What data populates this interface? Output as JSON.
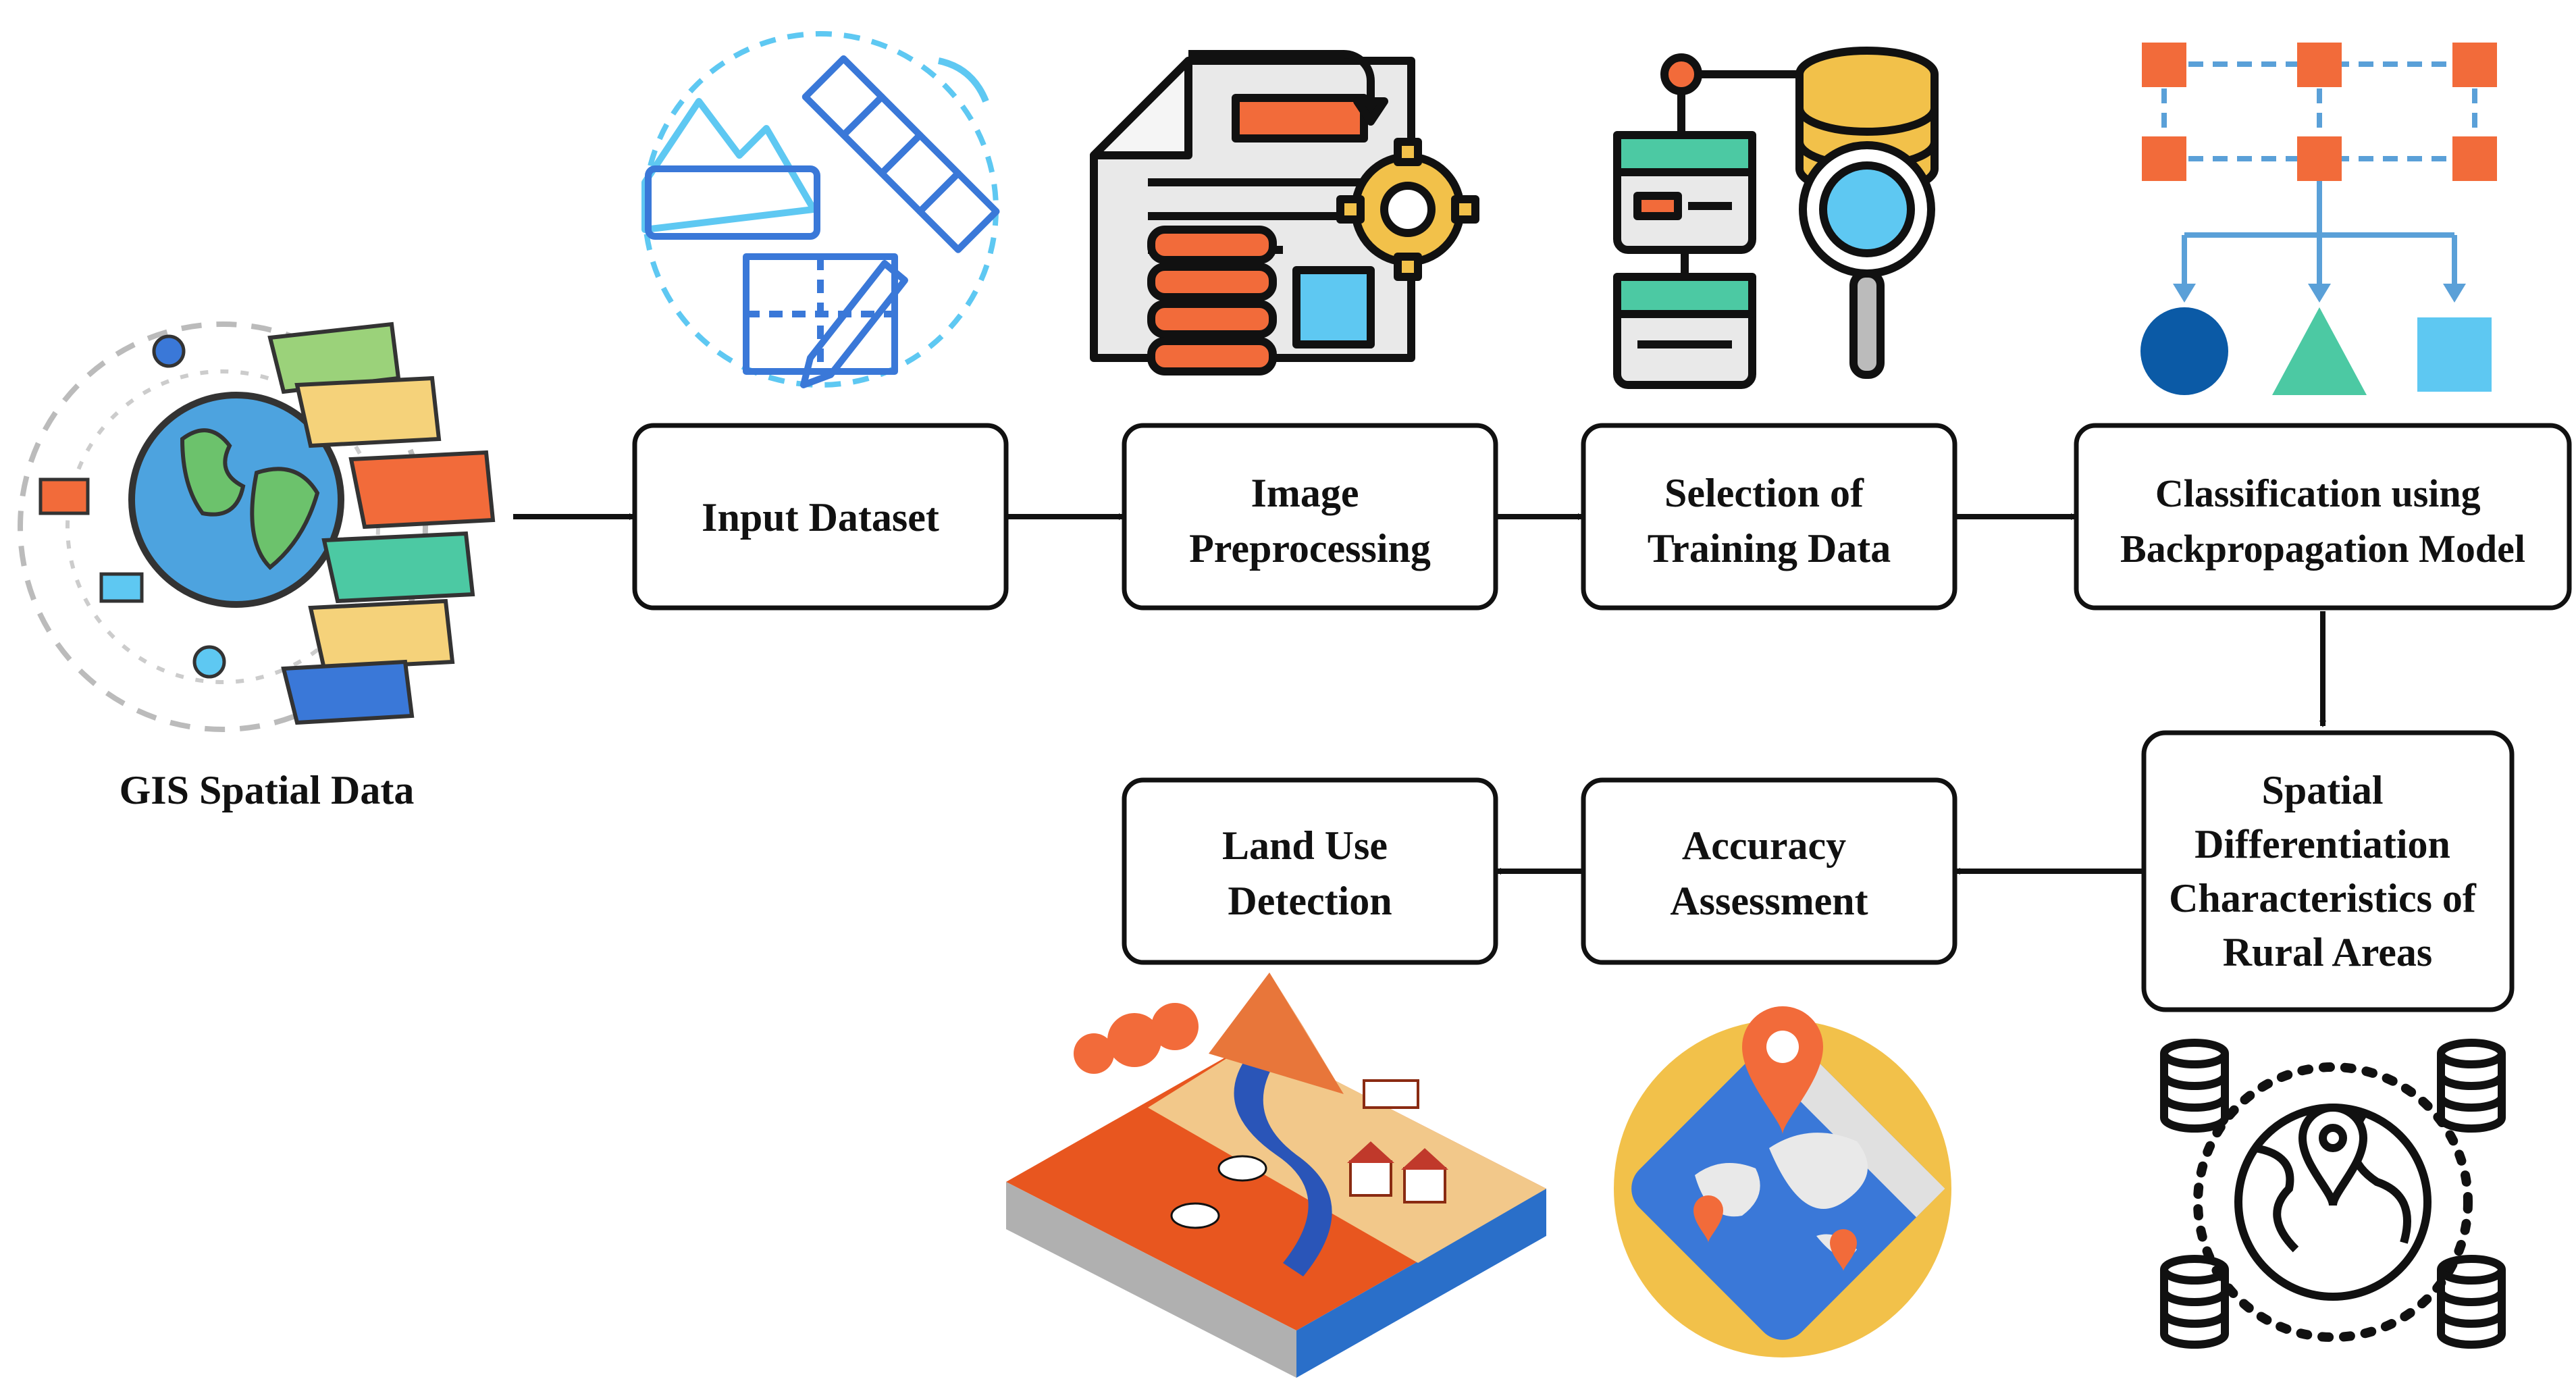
{
  "source": {
    "label": "GIS Spatial Data"
  },
  "steps": [
    {
      "id": "input",
      "lines": [
        "Input Dataset"
      ]
    },
    {
      "id": "preprocess",
      "lines": [
        "Image",
        "Preprocessing"
      ]
    },
    {
      "id": "training",
      "lines": [
        "Selection of",
        "Training Data"
      ]
    },
    {
      "id": "classify",
      "lines": [
        "Classification using",
        "Backpropagation Model"
      ]
    },
    {
      "id": "spatial",
      "lines": [
        "Spatial",
        "Differentiation",
        "Characteristics of",
        "Rural Areas"
      ]
    },
    {
      "id": "accuracy",
      "lines": [
        "Accuracy",
        "Assessment"
      ]
    },
    {
      "id": "landuse",
      "lines": [
        "Land Use",
        "Detection"
      ]
    }
  ],
  "icons": [
    "globe-layers-icon",
    "satellite-map-icon",
    "document-database-gear-icon",
    "server-database-search-icon",
    "hierarchy-shapes-icon",
    "rural-landscape-icon",
    "world-map-pin-icon",
    "global-database-network-icon"
  ],
  "colors": {
    "stroke": "#111111",
    "orange": "#f26b3a",
    "blue": "#3a78d8",
    "teal": "#4cc9a3",
    "darkblue": "#0b5aa6",
    "lightblue": "#5ec8f2",
    "yellow": "#f2c14a"
  }
}
